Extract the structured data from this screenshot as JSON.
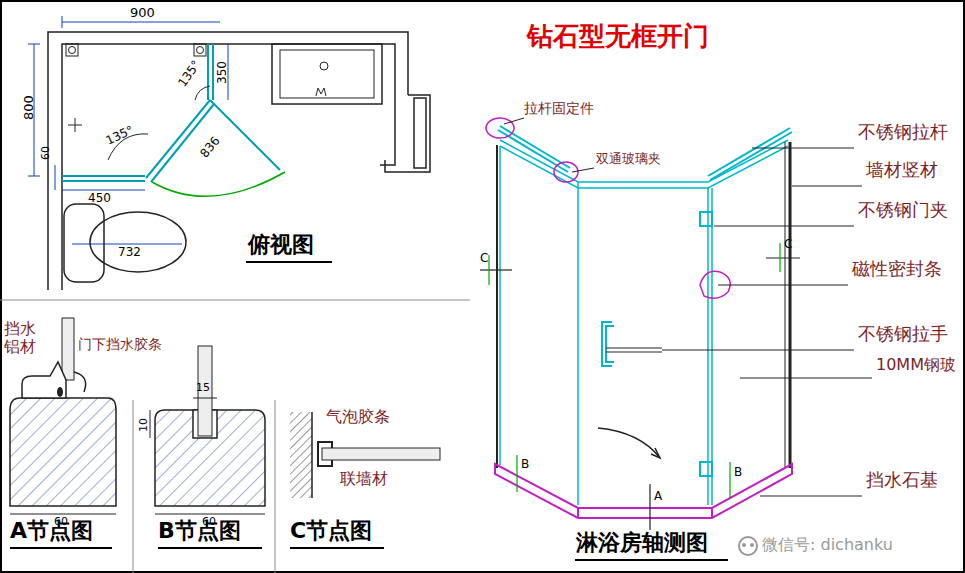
{
  "diagram": {
    "title": "钻石型无框开门",
    "labels": [
      "900",
      "800",
      "60",
      "350",
      "135°",
      "135°",
      "836",
      "450",
      "732",
      "俯视图",
      "挡水 铝材",
      "门下挡水胶条",
      "60",
      "A节点图",
      "15",
      "10",
      "60",
      "B节点图",
      "气泡胶条",
      "联墙材",
      "C节点图",
      "拉杆固定件",
      "双通玻璃夹",
      "不锈钢拉杆",
      "墙材竖材",
      "不锈钢门夹",
      "C",
      "C",
      "磁性密封条",
      "不锈钢拉手",
      "10MM钢玻",
      "B",
      "B",
      "A",
      "挡水石基",
      "淋浴房轴测图",
      "微信号: dichanku"
    ]
  }
}
